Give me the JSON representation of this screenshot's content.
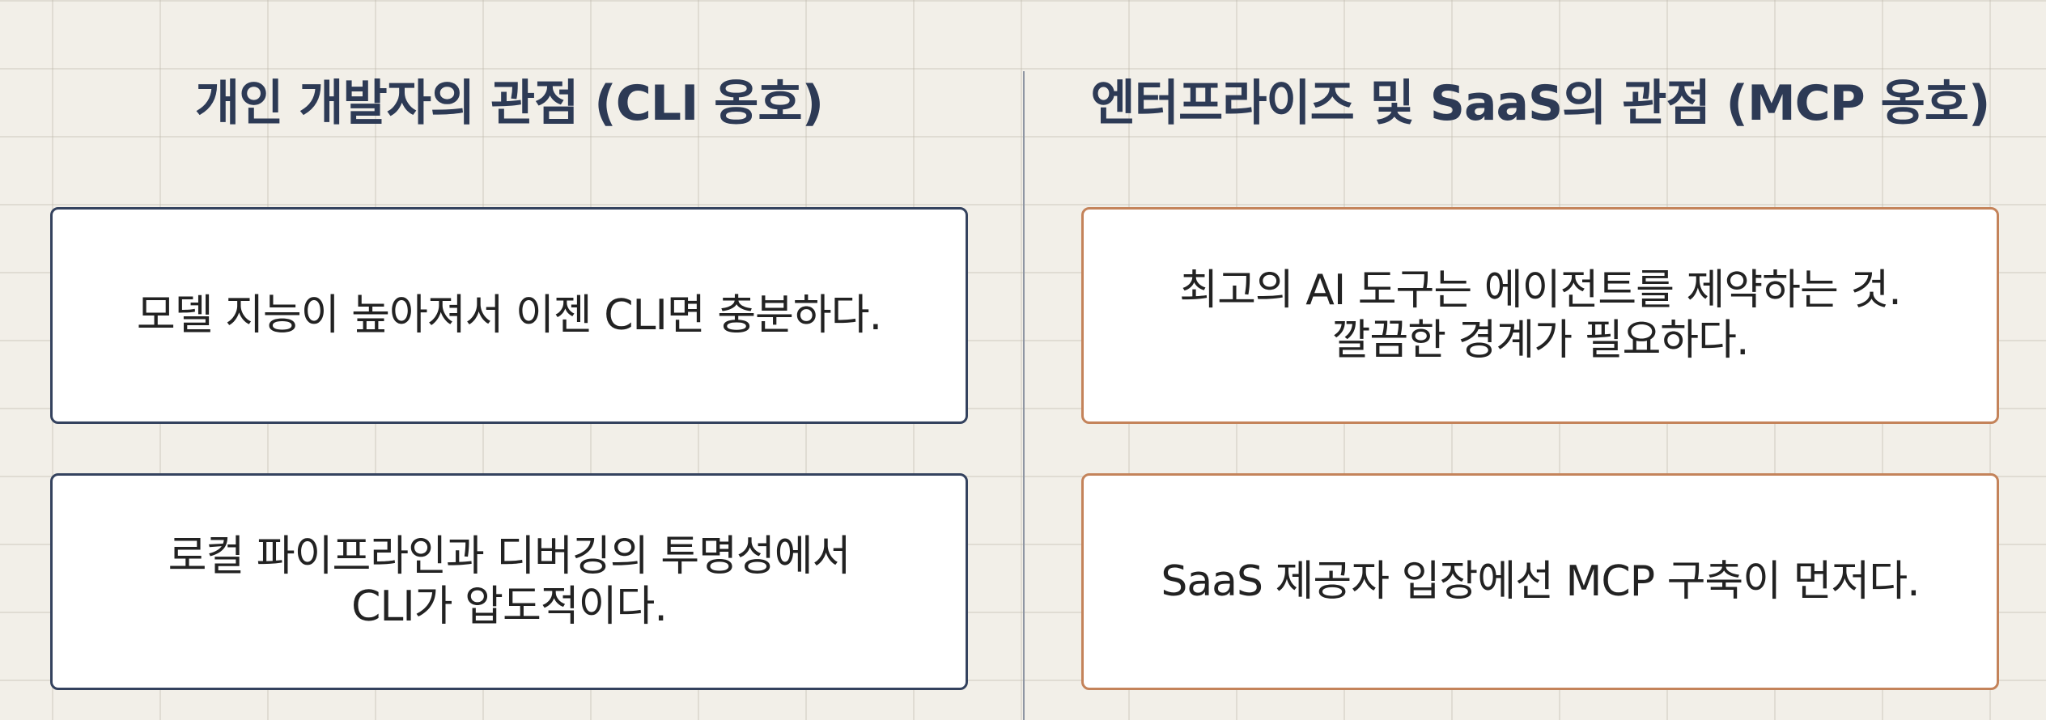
{
  "columns": {
    "left": {
      "title": "개인 개발자의 관점 (CLI 옹호)",
      "cards": [
        {
          "lines": [
            "모델 지능이 높아져서 이젠 CLI면 충분하다."
          ]
        },
        {
          "lines": [
            "로컬 파이프라인과 디버깅의 투명성에서",
            "CLI가 압도적이다."
          ]
        }
      ]
    },
    "right": {
      "title": "엔터프라이즈 및 SaaS의 관점 (MCP 옹호)",
      "cards": [
        {
          "lines": [
            "최고의 AI 도구는 에이전트를 제약하는 것.",
            "깔끔한 경계가 필요하다."
          ]
        },
        {
          "lines": [
            "SaaS 제공자 입장에선 MCP 구축이 먼저다."
          ]
        }
      ]
    }
  },
  "colors": {
    "background": "#f2efe8",
    "title_text": "#2d3a55",
    "left_border": "#34425e",
    "right_border": "#c4835a",
    "card_fill": "#ffffff"
  }
}
